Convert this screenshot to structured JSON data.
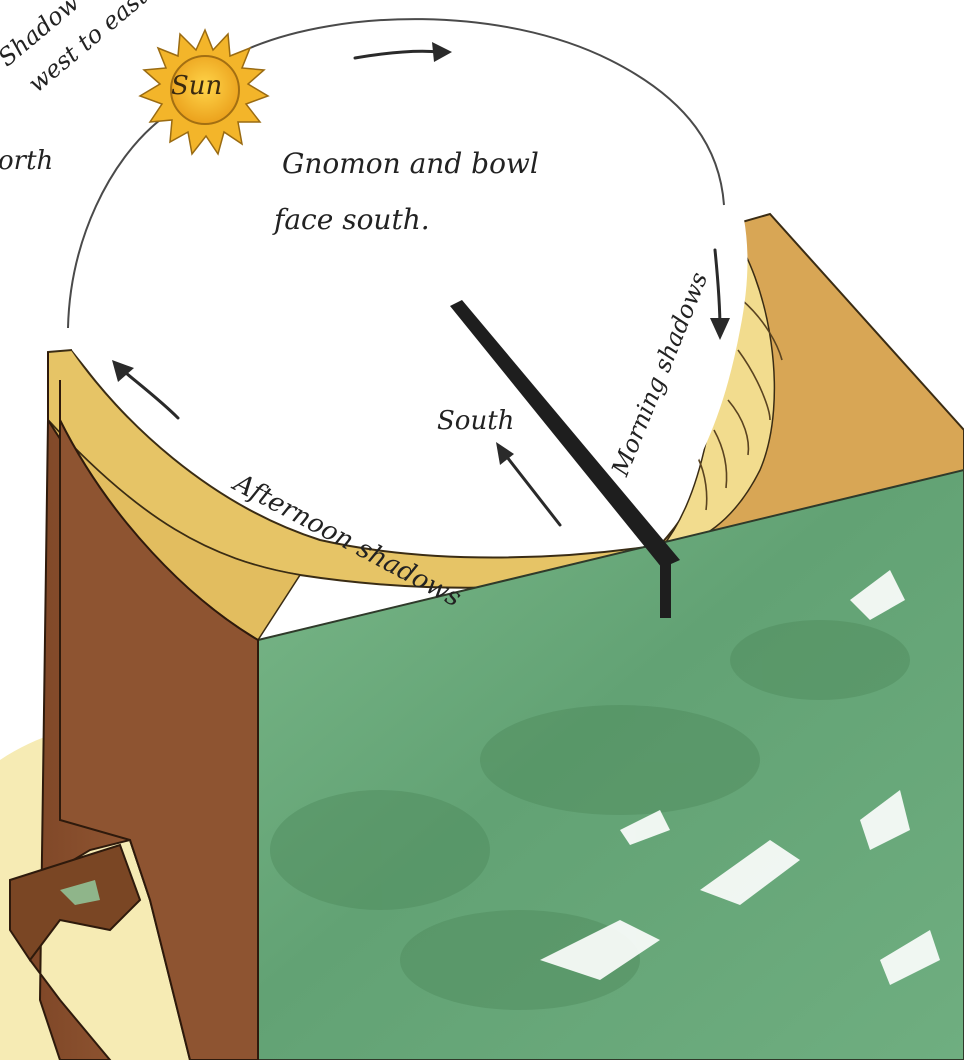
{
  "labels": {
    "sun": "Sun",
    "gnomon_line1": "Gnomon and bowl",
    "gnomon_line2": "face south.",
    "south": "South",
    "afternoon_shadows": "Afternoon shadows",
    "morning_shadows": "Morning shadows",
    "shadow_line1": "Shadow m",
    "shadow_line2": "west to east",
    "north_fragment": "orth"
  },
  "colors": {
    "sun_fill": "#f2b126",
    "sun_ray": "#e8a21e",
    "bowl_rim": "#e9c768",
    "bowl_shadow": "#d7a64c",
    "block_green": "#67a878",
    "block_green_dark": "#4f8f5e",
    "block_brown": "#8b5230",
    "block_brown_dark": "#6b3b1f",
    "gnomon": "#1f1f1f",
    "ground": "#f5e9b0",
    "line": "#3a3a3a"
  },
  "icons": {
    "sun": "sun-icon",
    "path_arrows": "arrow-icon"
  }
}
